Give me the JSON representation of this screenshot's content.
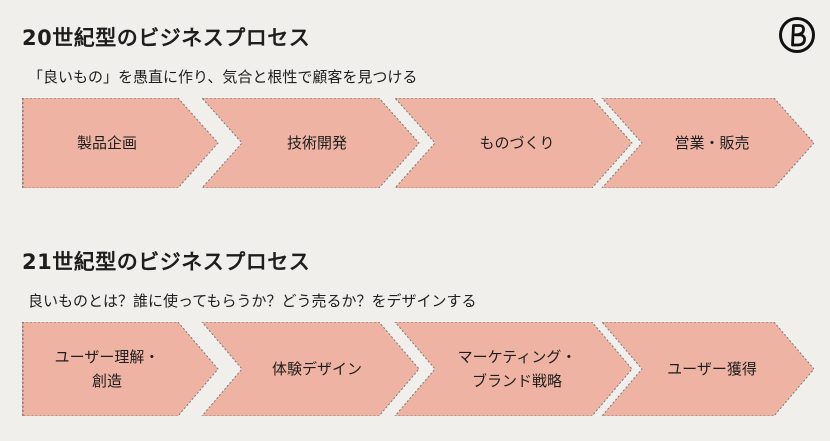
{
  "logo": {
    "icon": "b-circle-logo-icon"
  },
  "sections": [
    {
      "title": "20世紀型のビジネスプロセス",
      "subtitle": "「良いもの」を愚直に作り、気合と根性で顧客を見つける",
      "stages": [
        "製品企画",
        "技術開発",
        "ものづくり",
        "営業・販売"
      ]
    },
    {
      "title": "21世紀型のビジネスプロセス",
      "subtitle": "良いものとは？誰に使ってもらうか？どう売るか？をデザインする",
      "stages": [
        "ユーザー理解・\n創造",
        "体験デザイン",
        "マーケティング・\nブランド戦略",
        "ユーザー獲得"
      ]
    }
  ],
  "colors": {
    "background": "#f1efeb",
    "chevron_fill": "#efb3a4",
    "chevron_outline": "#7a7a7a"
  }
}
